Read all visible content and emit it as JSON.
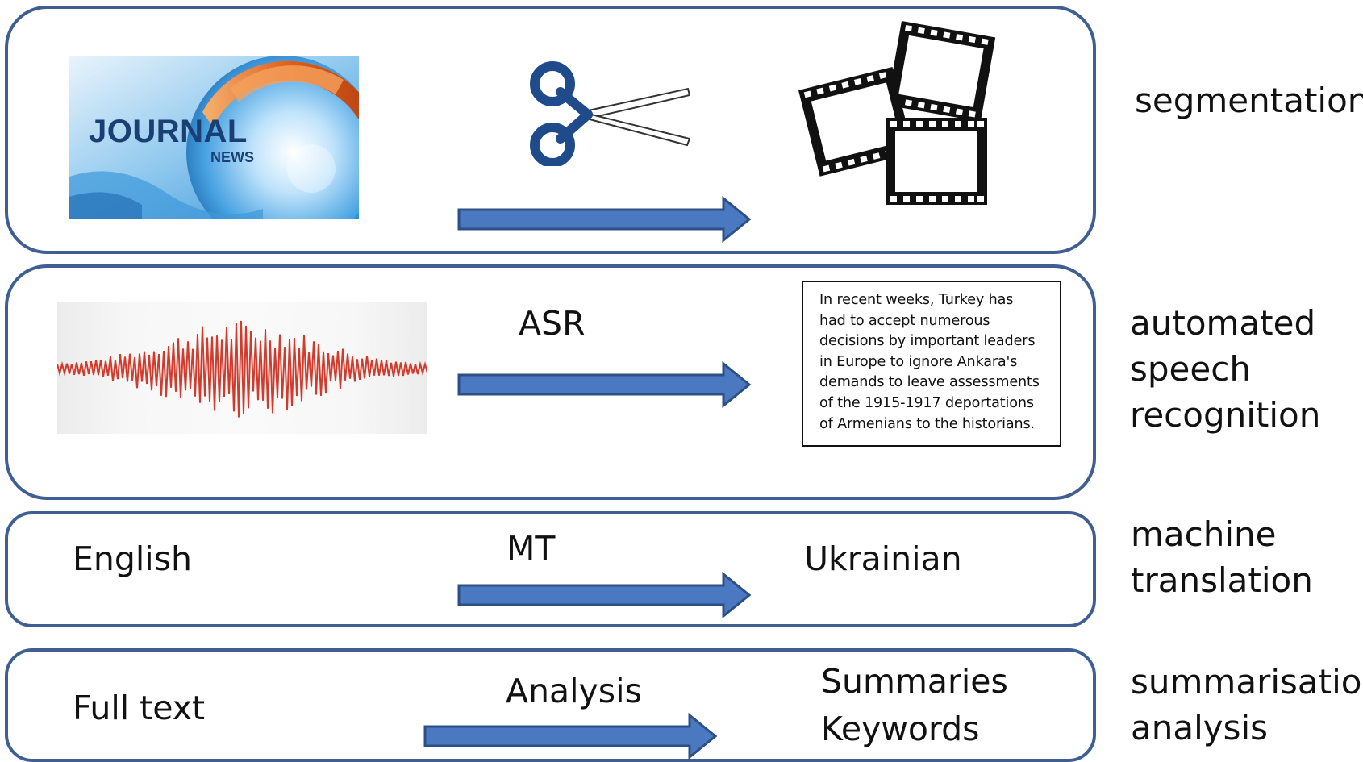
{
  "panels": {
    "segmentation": {
      "side_label": "segmentation",
      "logo": {
        "title": "JOURNAL",
        "subtitle": "NEWS"
      },
      "icons": [
        "scissors-icon",
        "film-strips-icon"
      ]
    },
    "asr": {
      "side_label": "automated\nspeech\nrecognition",
      "step_label": "ASR",
      "transcript": "In recent weeks, Turkey has\nhad to accept numerous\ndecisions by important leaders\nin Europe to ignore Ankara's\ndemands to leave assessments\nof the 1915-1917 deportations\nof Armenians to the historians."
    },
    "mt": {
      "side_label": "machine\ntranslation",
      "source": "English",
      "step_label": "MT",
      "target": "Ukrainian"
    },
    "summarisation": {
      "side_label": "summarisation\nanalysis",
      "source": "Full text",
      "step_label": "Analysis",
      "target_line1": "Summaries",
      "target_line2": "Keywords"
    }
  },
  "colors": {
    "panel_border": "#3f5e91",
    "arrow_fill": "#4a79c2",
    "arrow_stroke": "#2c4f86",
    "waveform": "#d23a2c",
    "scissors_handle": "#1f4b8a"
  }
}
